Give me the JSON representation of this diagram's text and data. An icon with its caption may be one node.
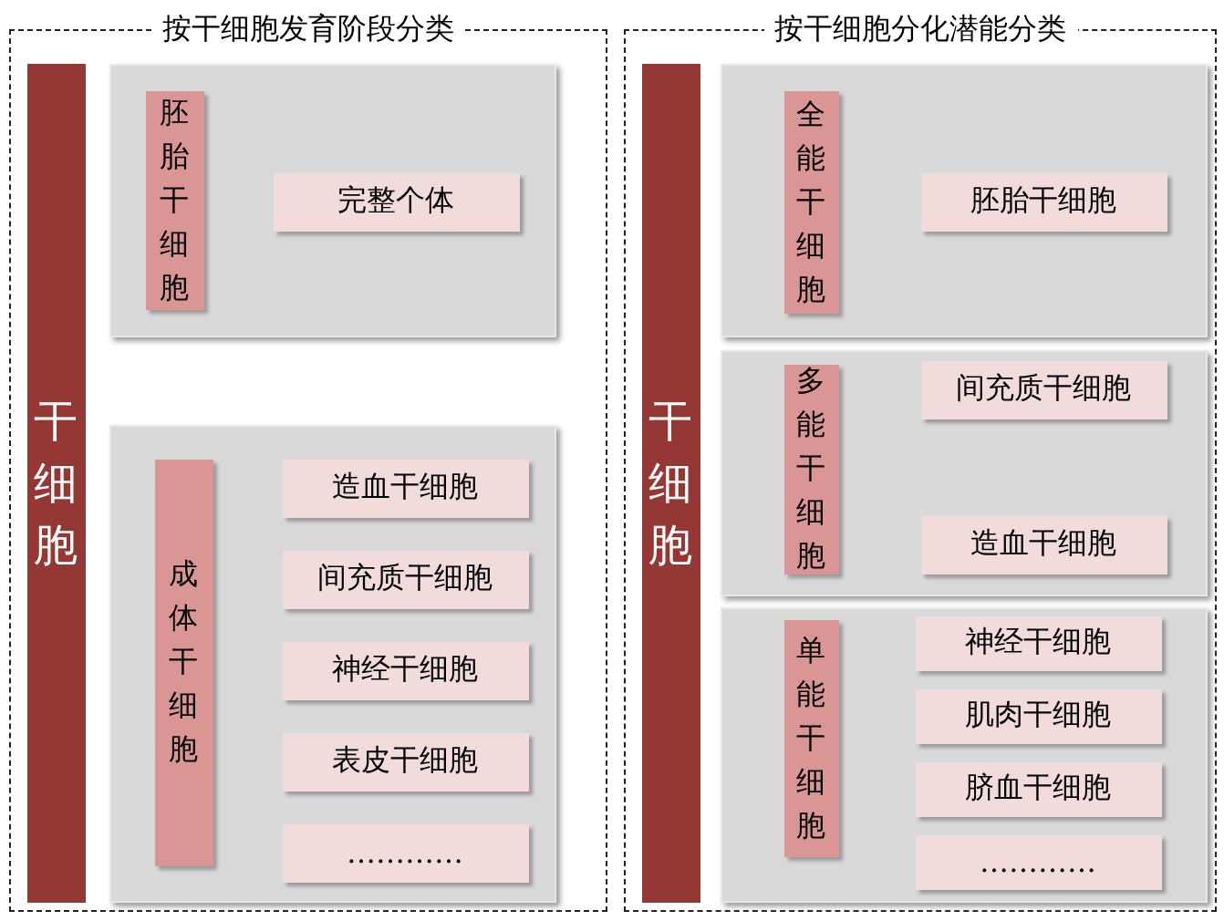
{
  "diagram": {
    "nodes": [
      {
        "text": [
          "按干细胞发育阶段分类"
        ]
      },
      {
        "text": [
          "干细胞"
        ],
        "in": 0
      },
      {
        "text": [],
        "shape": "box",
        "in": 0
      },
      {
        "text": [
          "胚胎干细胞"
        ],
        "in": 2
      },
      {
        "text": [
          "完整个体"
        ],
        "in": 2
      },
      {
        "text": [],
        "shape": "box",
        "in": 0
      },
      {
        "text": [
          "成体干细胞"
        ],
        "in": 5
      },
      {
        "text": [
          "造血干细胞"
        ],
        "in": 5
      },
      {
        "text": [
          "间充质干细胞"
        ],
        "in": 5
      },
      {
        "text": [
          "神经干细胞"
        ],
        "in": 5
      },
      {
        "text": [
          "表皮干细胞"
        ],
        "in": 5
      },
      {
        "text": [
          "…………"
        ],
        "in": 5
      },
      {
        "text": [
          "按干细胞分化潜能分类"
        ]
      },
      {
        "text": [
          "干细胞"
        ],
        "in": 12
      },
      {
        "text": [],
        "shape": "box",
        "in": 12
      },
      {
        "text": [
          "全能干细胞"
        ],
        "in": 14
      },
      {
        "text": [
          "胚胎干细胞"
        ],
        "in": 14
      },
      {
        "text": [],
        "shape": "box",
        "in": 12
      },
      {
        "text": [
          "多能干细胞"
        ],
        "in": 17
      },
      {
        "text": [
          "间充质干细胞"
        ],
        "in": 17
      },
      {
        "text": [
          "造血干细胞"
        ],
        "in": 17
      },
      {
        "text": [],
        "shape": "box",
        "in": 12
      },
      {
        "text": [
          "单能干细胞"
        ],
        "in": 21
      },
      {
        "text": [
          "神经干细胞"
        ],
        "in": 21
      },
      {
        "text": [
          "肌肉干细胞"
        ],
        "in": 21
      },
      {
        "text": [
          "脐血干细胞"
        ],
        "in": 21
      },
      {
        "text": [
          "…………"
        ],
        "in": 21
      }
    ]
  }
}
